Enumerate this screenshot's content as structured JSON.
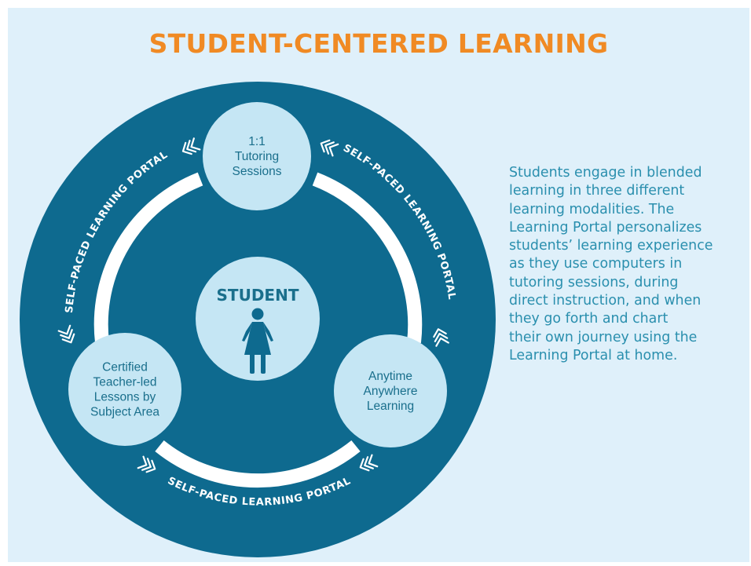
{
  "title": "STUDENT-CENTERED LEARNING",
  "center": {
    "label": "STUDENT",
    "icon": "student-figure-icon"
  },
  "nodes": [
    {
      "id": "tutoring",
      "label": "1:1\nTutoring\nSessions"
    },
    {
      "id": "anytime",
      "label": "Anytime\nAnywhere\nLearning"
    },
    {
      "id": "teacher",
      "label": "Certified\nTeacher-led\nLessons by\nSubject Area"
    }
  ],
  "portal_label": "SELF-PACED LEARNING PORTAL",
  "arrow_icon": "chevron-arrows-icon",
  "description": "Students engage in blended\nlearning in three different\nlearning modalities. The\nLearning Portal personalizes\nstudents’ learning experience\nas they use computers in\ntutoring sessions, during\ndirect instruction, and when\nthey go forth and chart\ntheir own journey using the\nLearning Portal at home.",
  "colors": {
    "background": "#dff0fa",
    "ring": "#0e6a8f",
    "node": "#c5e6f4",
    "node_text": "#1a6f8c",
    "title": "#f08a24",
    "white": "#ffffff"
  }
}
